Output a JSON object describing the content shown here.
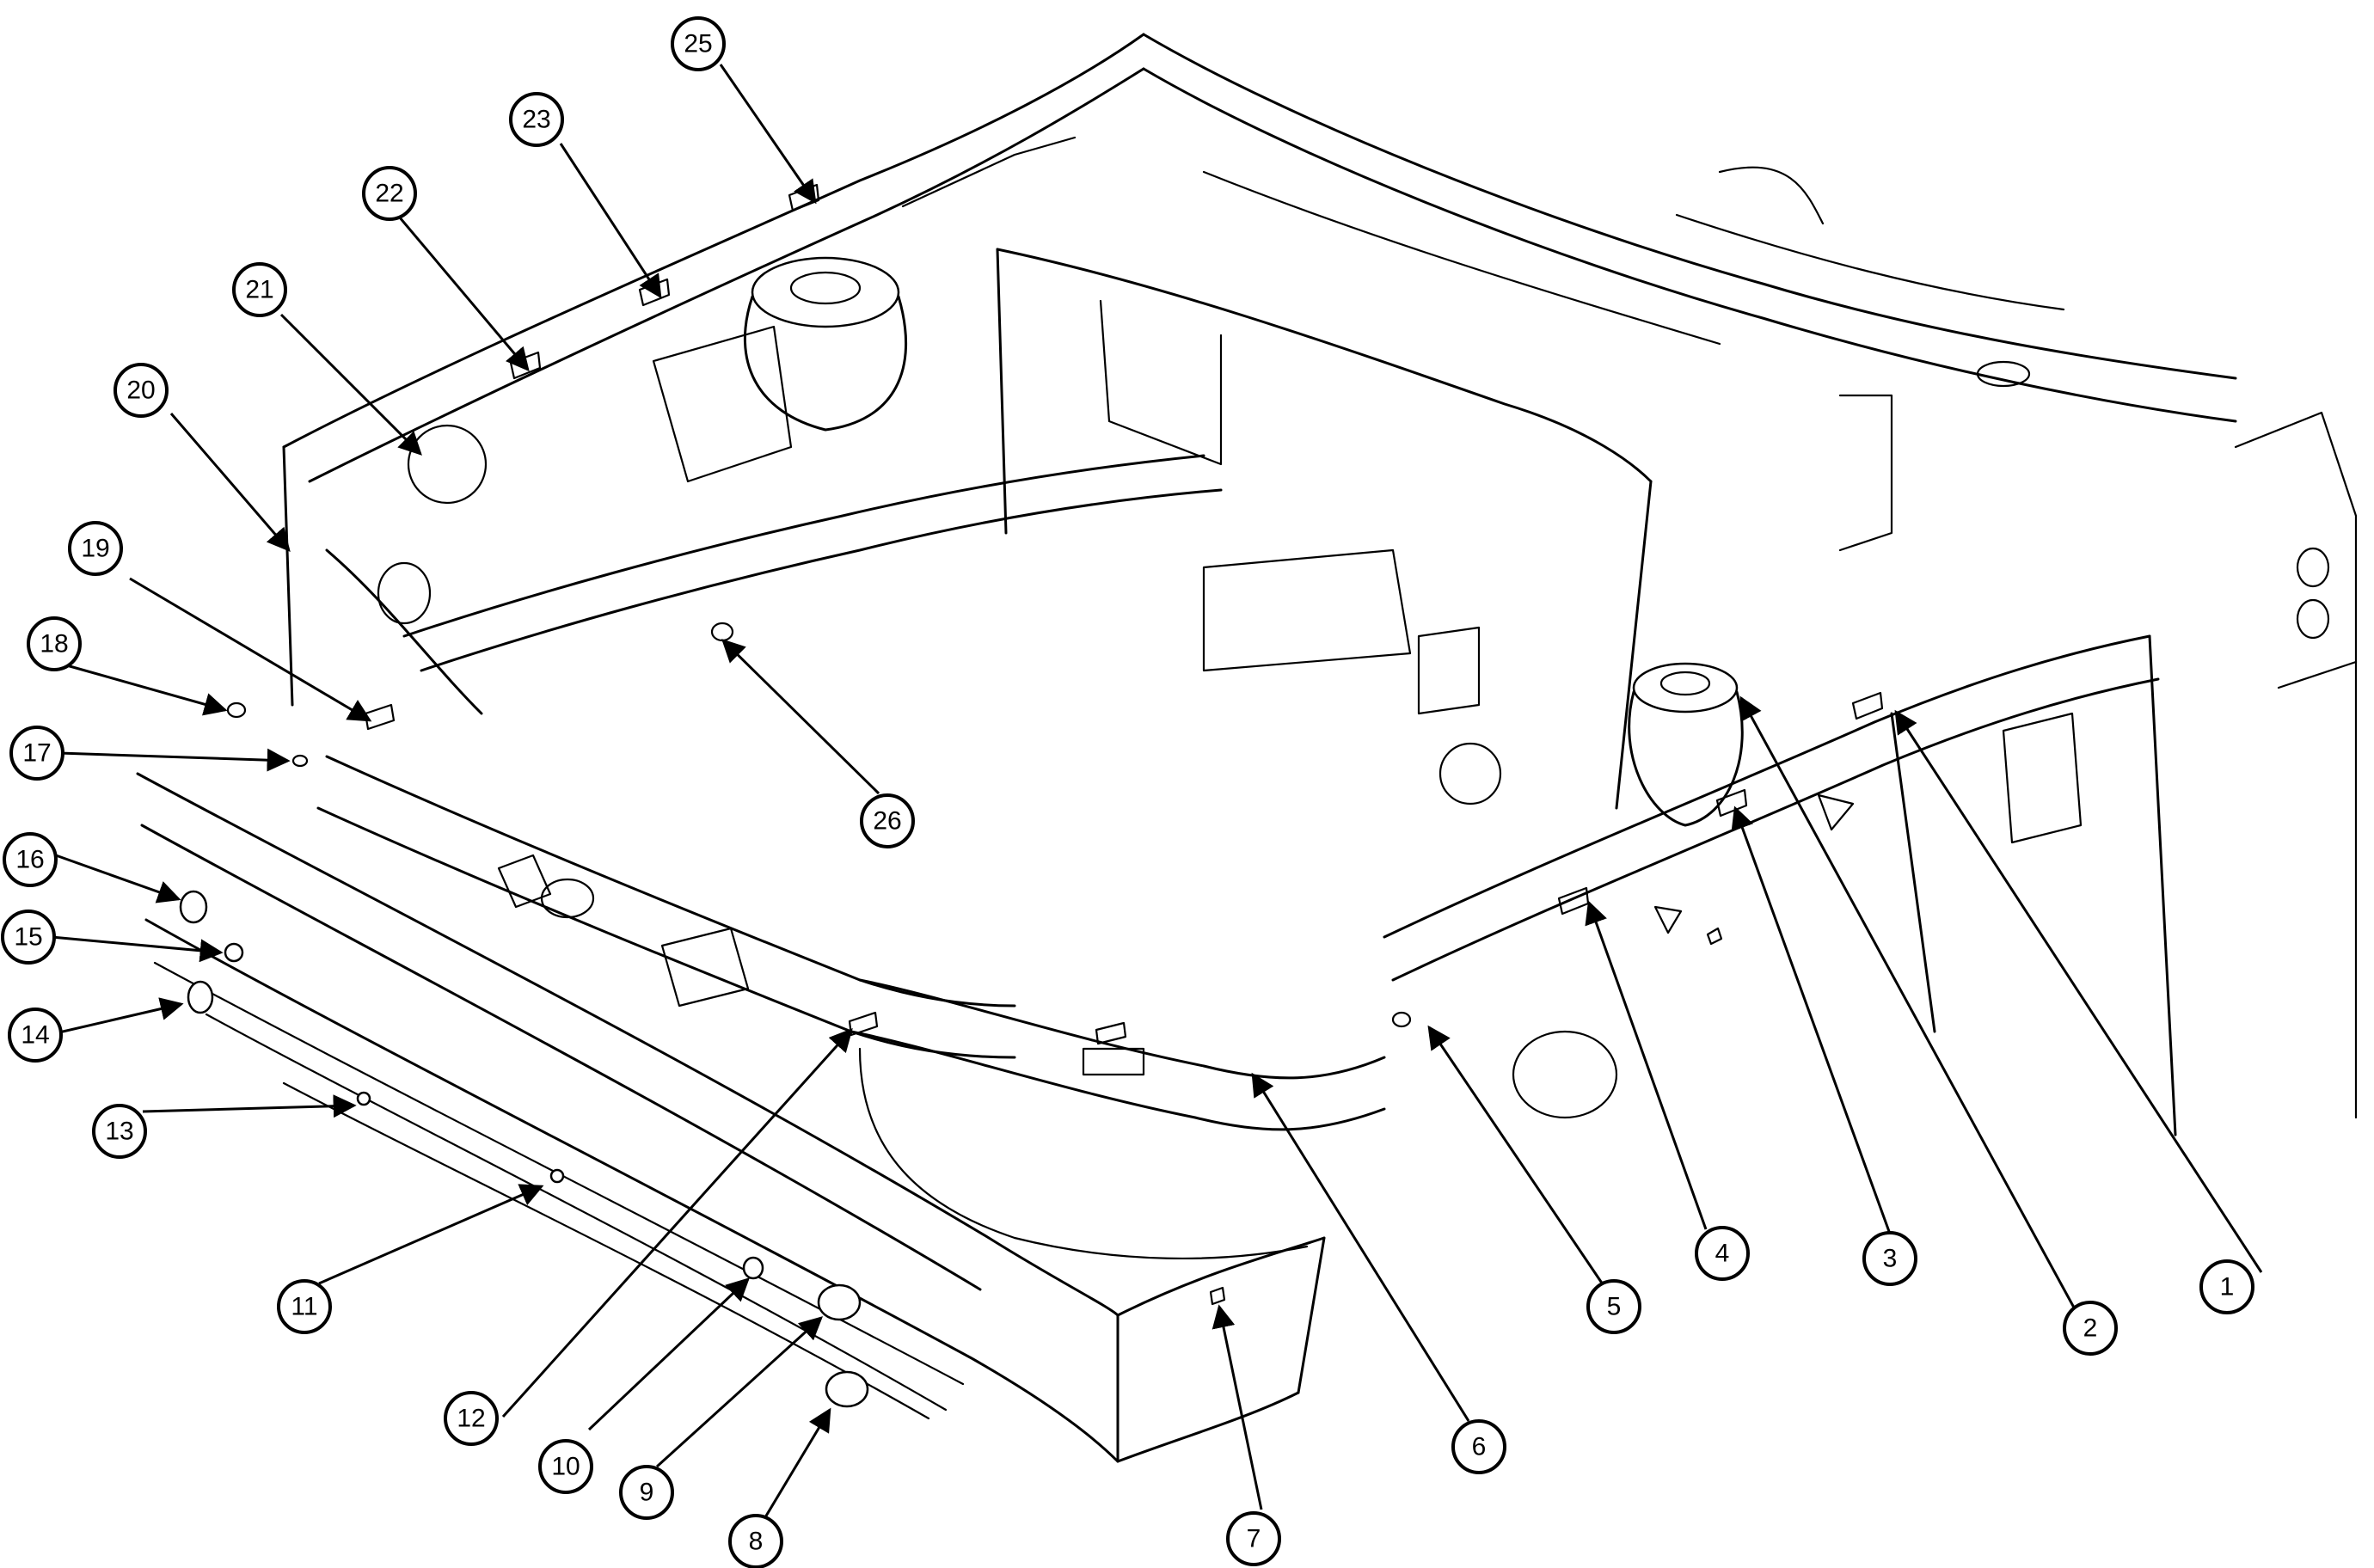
{
  "diagram": {
    "subject": "vehicle front body structure",
    "callouts": [
      {
        "id": "1",
        "label": "1"
      },
      {
        "id": "2",
        "label": "2"
      },
      {
        "id": "3",
        "label": "3"
      },
      {
        "id": "4",
        "label": "4"
      },
      {
        "id": "5",
        "label": "5"
      },
      {
        "id": "6",
        "label": "6"
      },
      {
        "id": "7",
        "label": "7"
      },
      {
        "id": "8",
        "label": "8"
      },
      {
        "id": "9",
        "label": "9"
      },
      {
        "id": "10",
        "label": "10"
      },
      {
        "id": "11",
        "label": "11"
      },
      {
        "id": "12",
        "label": "12"
      },
      {
        "id": "13",
        "label": "13"
      },
      {
        "id": "14",
        "label": "14"
      },
      {
        "id": "15",
        "label": "15"
      },
      {
        "id": "16",
        "label": "16"
      },
      {
        "id": "17",
        "label": "17"
      },
      {
        "id": "18",
        "label": "18"
      },
      {
        "id": "19",
        "label": "19"
      },
      {
        "id": "20",
        "label": "20"
      },
      {
        "id": "21",
        "label": "21"
      },
      {
        "id": "22",
        "label": "22"
      },
      {
        "id": "23",
        "label": "23"
      },
      {
        "id": "25",
        "label": "25"
      },
      {
        "id": "26",
        "label": "26"
      }
    ]
  }
}
